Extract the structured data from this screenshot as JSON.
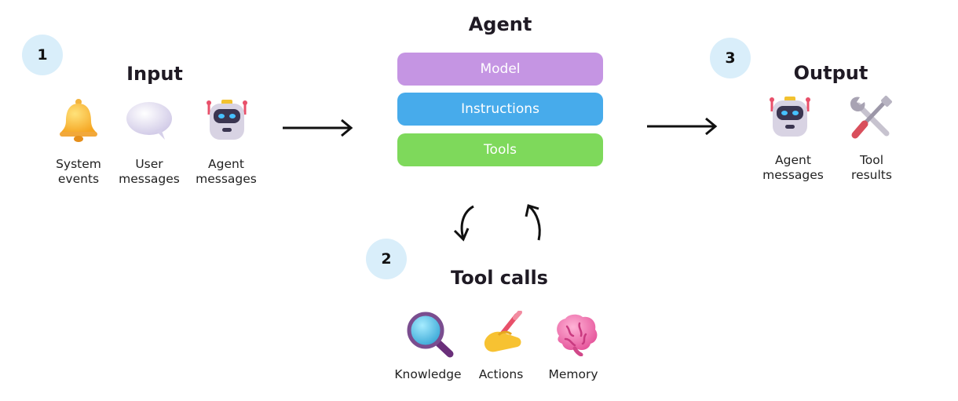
{
  "input": {
    "step": "1",
    "title": "Input",
    "items": [
      {
        "icon": "bell-icon",
        "line1": "System",
        "line2": "events"
      },
      {
        "icon": "speech-bubble-icon",
        "line1": "User",
        "line2": "messages"
      },
      {
        "icon": "robot-icon",
        "line1": "Agent",
        "line2": "messages"
      }
    ]
  },
  "agent": {
    "title": "Agent",
    "components": [
      {
        "label": "Model",
        "color": "#c595e3"
      },
      {
        "label": "Instructions",
        "color": "#47abeb"
      },
      {
        "label": "Tools",
        "color": "#7ed95b"
      }
    ]
  },
  "tool_calls": {
    "step": "2",
    "title": "Tool calls",
    "items": [
      {
        "icon": "magnifying-glass-icon",
        "label": "Knowledge"
      },
      {
        "icon": "writing-hand-icon",
        "label": "Actions"
      },
      {
        "icon": "brain-icon",
        "label": "Memory"
      }
    ]
  },
  "output": {
    "step": "3",
    "title": "Output",
    "items": [
      {
        "icon": "robot-icon",
        "line1": "Agent",
        "line2": "messages"
      },
      {
        "icon": "tools-icon",
        "line1": "Tool",
        "line2": "results"
      }
    ]
  }
}
